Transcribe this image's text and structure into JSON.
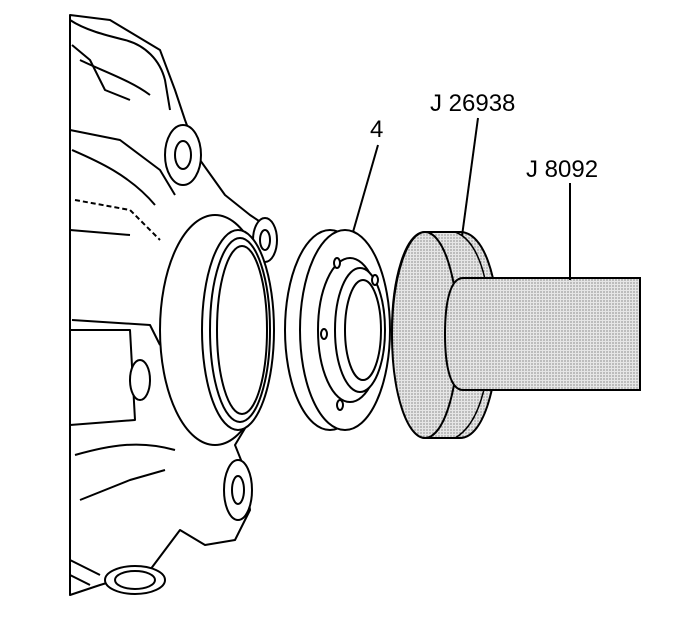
{
  "callouts": {
    "seal": "4",
    "installer": "J 26938",
    "driver_handle": "J 8092"
  },
  "colors": {
    "line": "#000000",
    "shade": "#d9d9d9",
    "background": "#ffffff"
  }
}
